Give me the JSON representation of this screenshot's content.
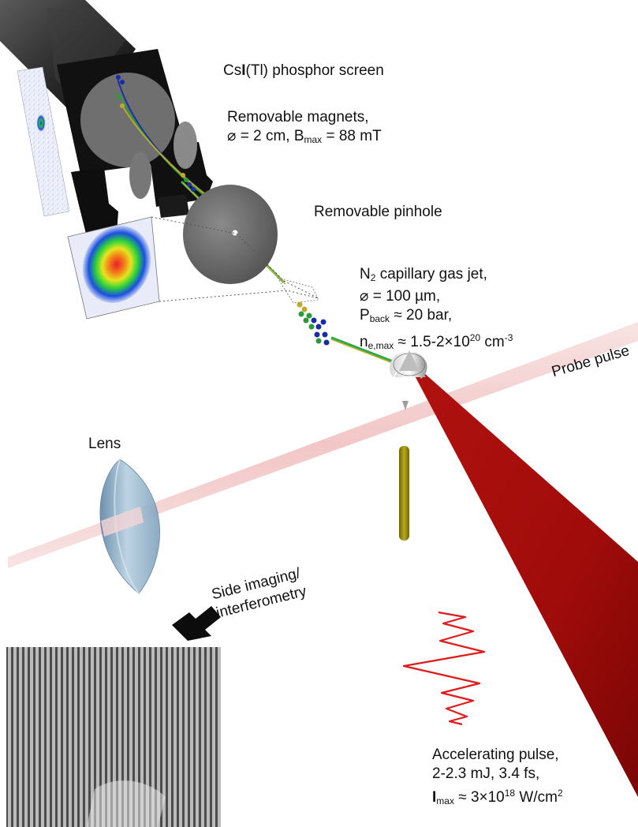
{
  "labels": {
    "screen": "CsI(Tl) phosphor screen",
    "screen_parts": {
      "a": "Cs",
      "b": "I",
      "c": "(Tl) phosphor screen"
    },
    "magnets_line1": "Removable magnets,",
    "magnets_line2_prefix": "⌀ = 2 cm, B",
    "magnets_line2_sub": "max",
    "magnets_line2_suffix": " = 88 mT",
    "pinhole": "Removable pinhole",
    "gasjet_line1_a": "N",
    "gasjet_line1_sub": "2",
    "gasjet_line1_b": " capillary gas jet,",
    "gasjet_line2": "⌀ = 100 µm,",
    "gasjet_line3_a": "P",
    "gasjet_line3_sub": "back",
    "gasjet_line3_b": " ≈ 20 bar,",
    "gasjet_line4_a": "n",
    "gasjet_line4_sub": "e,max",
    "gasjet_line4_b": " ≈ 1.5-2×10",
    "gasjet_line4_sup": "20",
    "gasjet_line4_c": " cm",
    "gasjet_line4_sup2": "-3",
    "probe": "Probe pulse",
    "lens": "Lens",
    "side1": "Side imaging/",
    "side2": "interferometry",
    "acc_line1": "Accelerating pulse,",
    "acc_line2": "2-2.3 mJ, 3.4 fs,",
    "acc_line3_a": "I",
    "acc_line3_sub": "max",
    "acc_line3_b": " ≈ 3×10",
    "acc_line3_sup": "18",
    "acc_line3_c": " W/cm",
    "acc_line3_sup2": "2"
  },
  "colors": {
    "beam_red": "#a00d0b",
    "probe_pink": "#f3c7c7",
    "lens_blue": "#8fb0c8",
    "rod_olive": "#9a8c10",
    "screen_black": "#111111",
    "disk_grey": "#6b6b6b",
    "pulse_red": "#e11b1b"
  }
}
